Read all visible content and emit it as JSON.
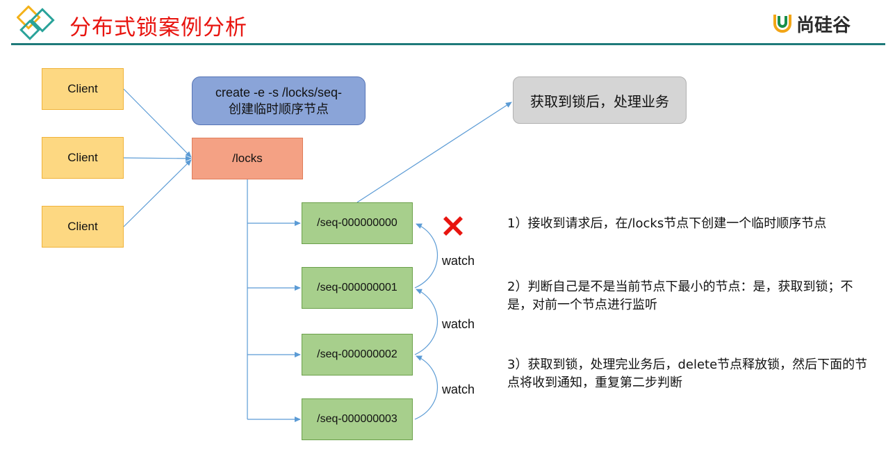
{
  "header": {
    "title": "分布式锁案例分析",
    "brand": "尚硅谷"
  },
  "diagram": {
    "clients": [
      "Client",
      "Client",
      "Client"
    ],
    "root_node": "/locks",
    "create_note": {
      "line1": "create -e -s /locks/seq-",
      "line2": "创建临时顺序节点"
    },
    "result_note": "获取到锁后，处理业务",
    "seq_nodes": [
      "/seq-000000000",
      "/seq-000000001",
      "/seq-000000002",
      "/seq-000000003"
    ],
    "watch_labels": [
      "watch",
      "watch",
      "watch"
    ],
    "deleted_marker_icon": "red-x-icon"
  },
  "steps": [
    "1）接收到请求后，在/locks节点下创建一个临时顺序节点",
    "2）判断自己是不是当前节点下最小的节点：是，获取到锁；不是，对前一个节点进行监听",
    "3）获取到锁，处理完业务后，delete节点释放锁，然后下面的节点将收到通知，重复第二步判断"
  ],
  "colors": {
    "title": "#e8140f",
    "rule": "#1e7a7a",
    "client": "#fdd882",
    "locks": "#f4a184",
    "create": "#8aa4d8",
    "result": "#d5d5d5",
    "seq": "#a7cf8c",
    "arrow": "#5b9bd5",
    "cross": "#e8140f"
  }
}
